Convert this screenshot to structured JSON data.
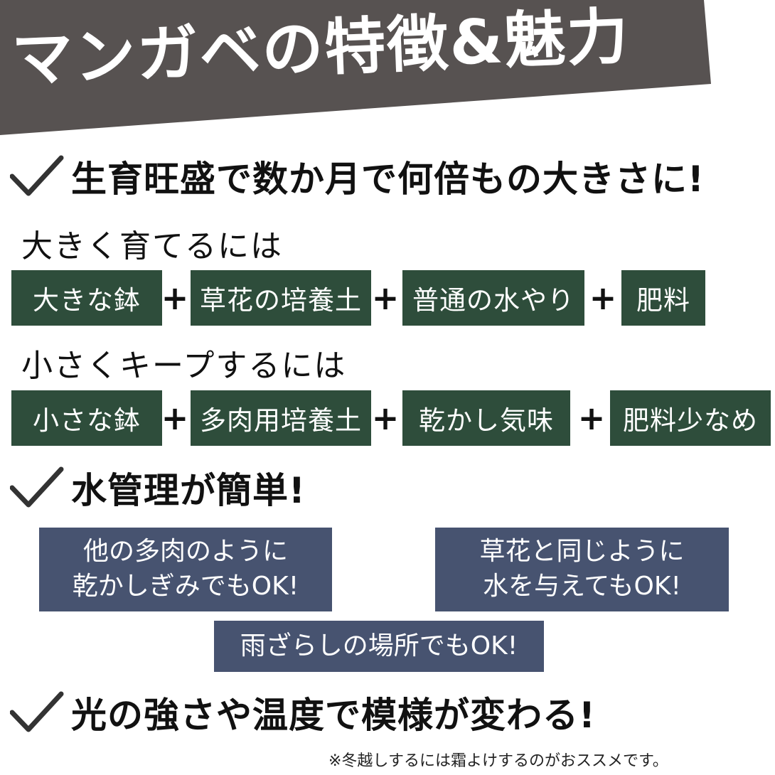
{
  "title": "マンガベの特徴&魅力",
  "colors": {
    "banner": "#575251",
    "green_box": "#2e4d3b",
    "blue_box": "#475370"
  },
  "section1": {
    "heading": "生育旺盛で数か月で何倍もの大きさに!",
    "big": {
      "label": "大きく育てるには",
      "items": [
        "大きな鉢",
        "草花の培養土",
        "普通の水やり",
        "肥料"
      ]
    },
    "small": {
      "label": "小さくキープするには",
      "items": [
        "小さな鉢",
        "多肉用培養土",
        "乾かし気味",
        "肥料少なめ"
      ]
    },
    "plus": "+"
  },
  "section2": {
    "heading": "水管理が簡単!",
    "boxes": [
      {
        "line1": "他の多肉のように",
        "line2": "乾かしぎみでもOK!"
      },
      {
        "line1": "草花と同じように",
        "line2": "水を与えてもOK!"
      },
      {
        "line1": "雨ざらしの場所でもOK!"
      }
    ]
  },
  "section3": {
    "heading": "光の強さや温度で模様が変わる!"
  },
  "note": "※冬越しするには霜よけするのがおススメです。",
  "icons": [
    "checkmark-icon"
  ]
}
